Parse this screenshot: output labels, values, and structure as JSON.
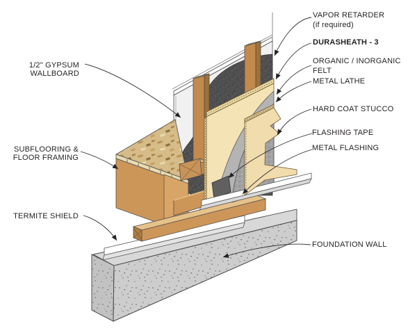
{
  "diagram": {
    "kind": "wall-section-construction-detail",
    "labels": {
      "vapor_retarder_1": "VAPOR RETARDER",
      "vapor_retarder_2": "(if required)",
      "durasheath": "DURASHEATH - 3",
      "felt_1": "ORGANIC / INORGANIC",
      "felt_2": "FELT",
      "metal_lathe": "METAL LATHE",
      "hard_coat_stucco": "HARD COAT STUCCO",
      "flashing_tape": "FLASHING TAPE",
      "metal_flashing": "METAL FLASHING",
      "foundation_wall": "FOUNDATION WALL",
      "gypsum_1": "1/2\" GYPSUM",
      "gypsum_2": "WALLBOARD",
      "subflooring_1": "SUBFLOORING &",
      "subflooring_2": "FLOOR FRAMING",
      "termite_shield": "TERMITE SHIELD"
    },
    "colors": {
      "wood": "#c28a4c",
      "wood_light": "#e3b77c",
      "wood_dark": "#a1703a",
      "osb": "#d7bd8a",
      "gypsum_white": "#f1f1f2",
      "insulation_dark": "#4f4f4f",
      "sheathing_cream": "#f4e3b5",
      "felt_gray": "#b4b4b4",
      "lathe_gray": "#9d9d9d",
      "stucco_tan": "#f1dcae",
      "concrete": "#cdcdcd",
      "flashing_white": "#ffffff",
      "tape_gray": "#606060",
      "outline": "#4d4d4d",
      "leader": "#2b2b2b",
      "text": "#231f20"
    }
  }
}
